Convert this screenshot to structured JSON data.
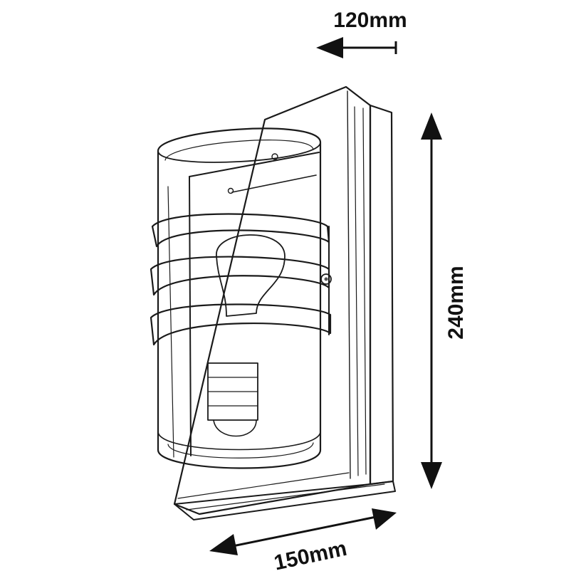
{
  "dimensions": {
    "depth": {
      "label": "120mm"
    },
    "height": {
      "label": "240mm"
    },
    "width": {
      "label": "150mm"
    }
  },
  "colors": {
    "ink": "#1a1a1a",
    "shade": "#d9d9d9",
    "background": "#ffffff"
  }
}
